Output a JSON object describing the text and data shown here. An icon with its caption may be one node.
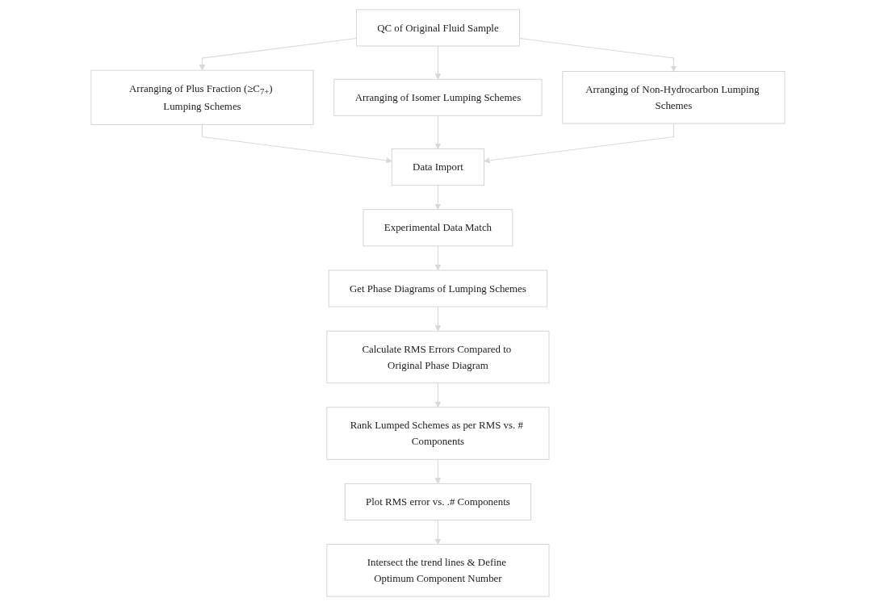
{
  "diagram": {
    "nodes": [
      {
        "text": [
          "QC of Original Fluid Sample"
        ]
      },
      {
        "text": [
          "Arranging of Plus Fraction (≥C$_{7+}$) Lumping Schemes"
        ]
      },
      {
        "text": [
          "Arranging of Isomer Lumping Schemes"
        ]
      },
      {
        "text": [
          "Arranging of Non-Hydrocarbon Lumping Schemes"
        ]
      },
      {
        "text": [
          "Data Import"
        ]
      },
      {
        "text": [
          "Experimental Data Match"
        ]
      },
      {
        "text": [
          "Get Phase Diagrams of Lumping Schemes"
        ]
      },
      {
        "text": [
          "Calculate RMS Errors Compared to Original Phase Diagram"
        ]
      },
      {
        "text": [
          "Rank Lumped Schemes as per RMS vs. # Components"
        ]
      },
      {
        "text": [
          "Plot RMS error vs. .# Components"
        ]
      },
      {
        "text": [
          "Intersect the trend lines & Define Optimum Component Number"
        ]
      }
    ],
    "edges": [
      {
        "from": 0,
        "to": 1,
        "arrow": "to"
      },
      {
        "from": 0,
        "to": 2,
        "arrow": "to"
      },
      {
        "from": 0,
        "to": 3,
        "arrow": "to"
      },
      {
        "from": 1,
        "to": 4,
        "arrow": "to"
      },
      {
        "from": 2,
        "to": 4,
        "arrow": "to"
      },
      {
        "from": 3,
        "to": 4,
        "arrow": "to"
      },
      {
        "from": 4,
        "to": 5,
        "arrow": "to"
      },
      {
        "from": 5,
        "to": 6,
        "arrow": "to"
      },
      {
        "from": 6,
        "to": 7,
        "arrow": "to"
      },
      {
        "from": 7,
        "to": 8,
        "arrow": "to"
      },
      {
        "from": 8,
        "to": 9,
        "arrow": "to"
      },
      {
        "from": 9,
        "to": 10,
        "arrow": "to"
      }
    ]
  }
}
